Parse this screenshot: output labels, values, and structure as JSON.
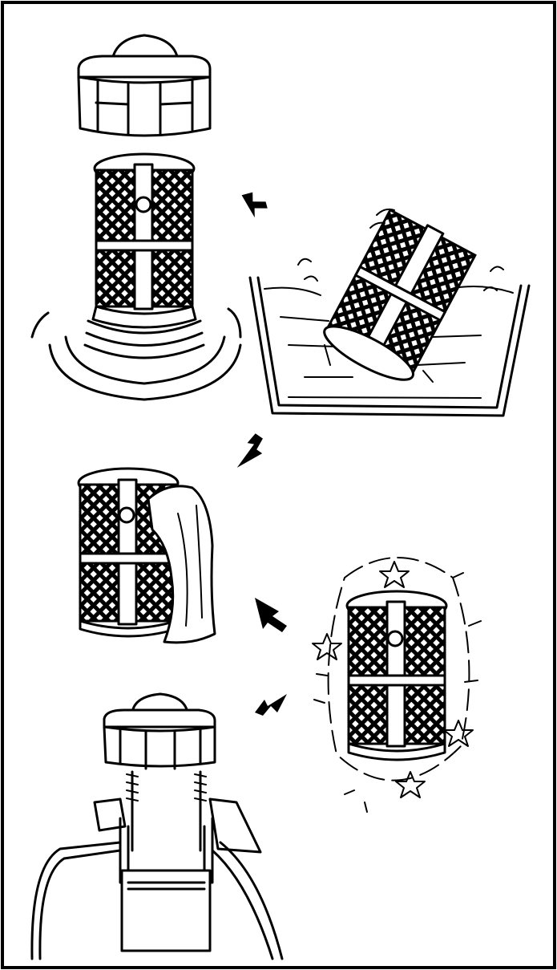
{
  "figure": {
    "steps": [
      {
        "id": "remove-cap-and-strainer"
      },
      {
        "id": "rinse-strainer-in-solvent"
      },
      {
        "id": "wipe-strainer-with-cloth"
      },
      {
        "id": "strainer-clean"
      },
      {
        "id": "reinstall-strainer-and-cap"
      }
    ],
    "arrow_count": 4,
    "colors": {
      "ink": "#000000",
      "paper": "#ffffff"
    }
  }
}
